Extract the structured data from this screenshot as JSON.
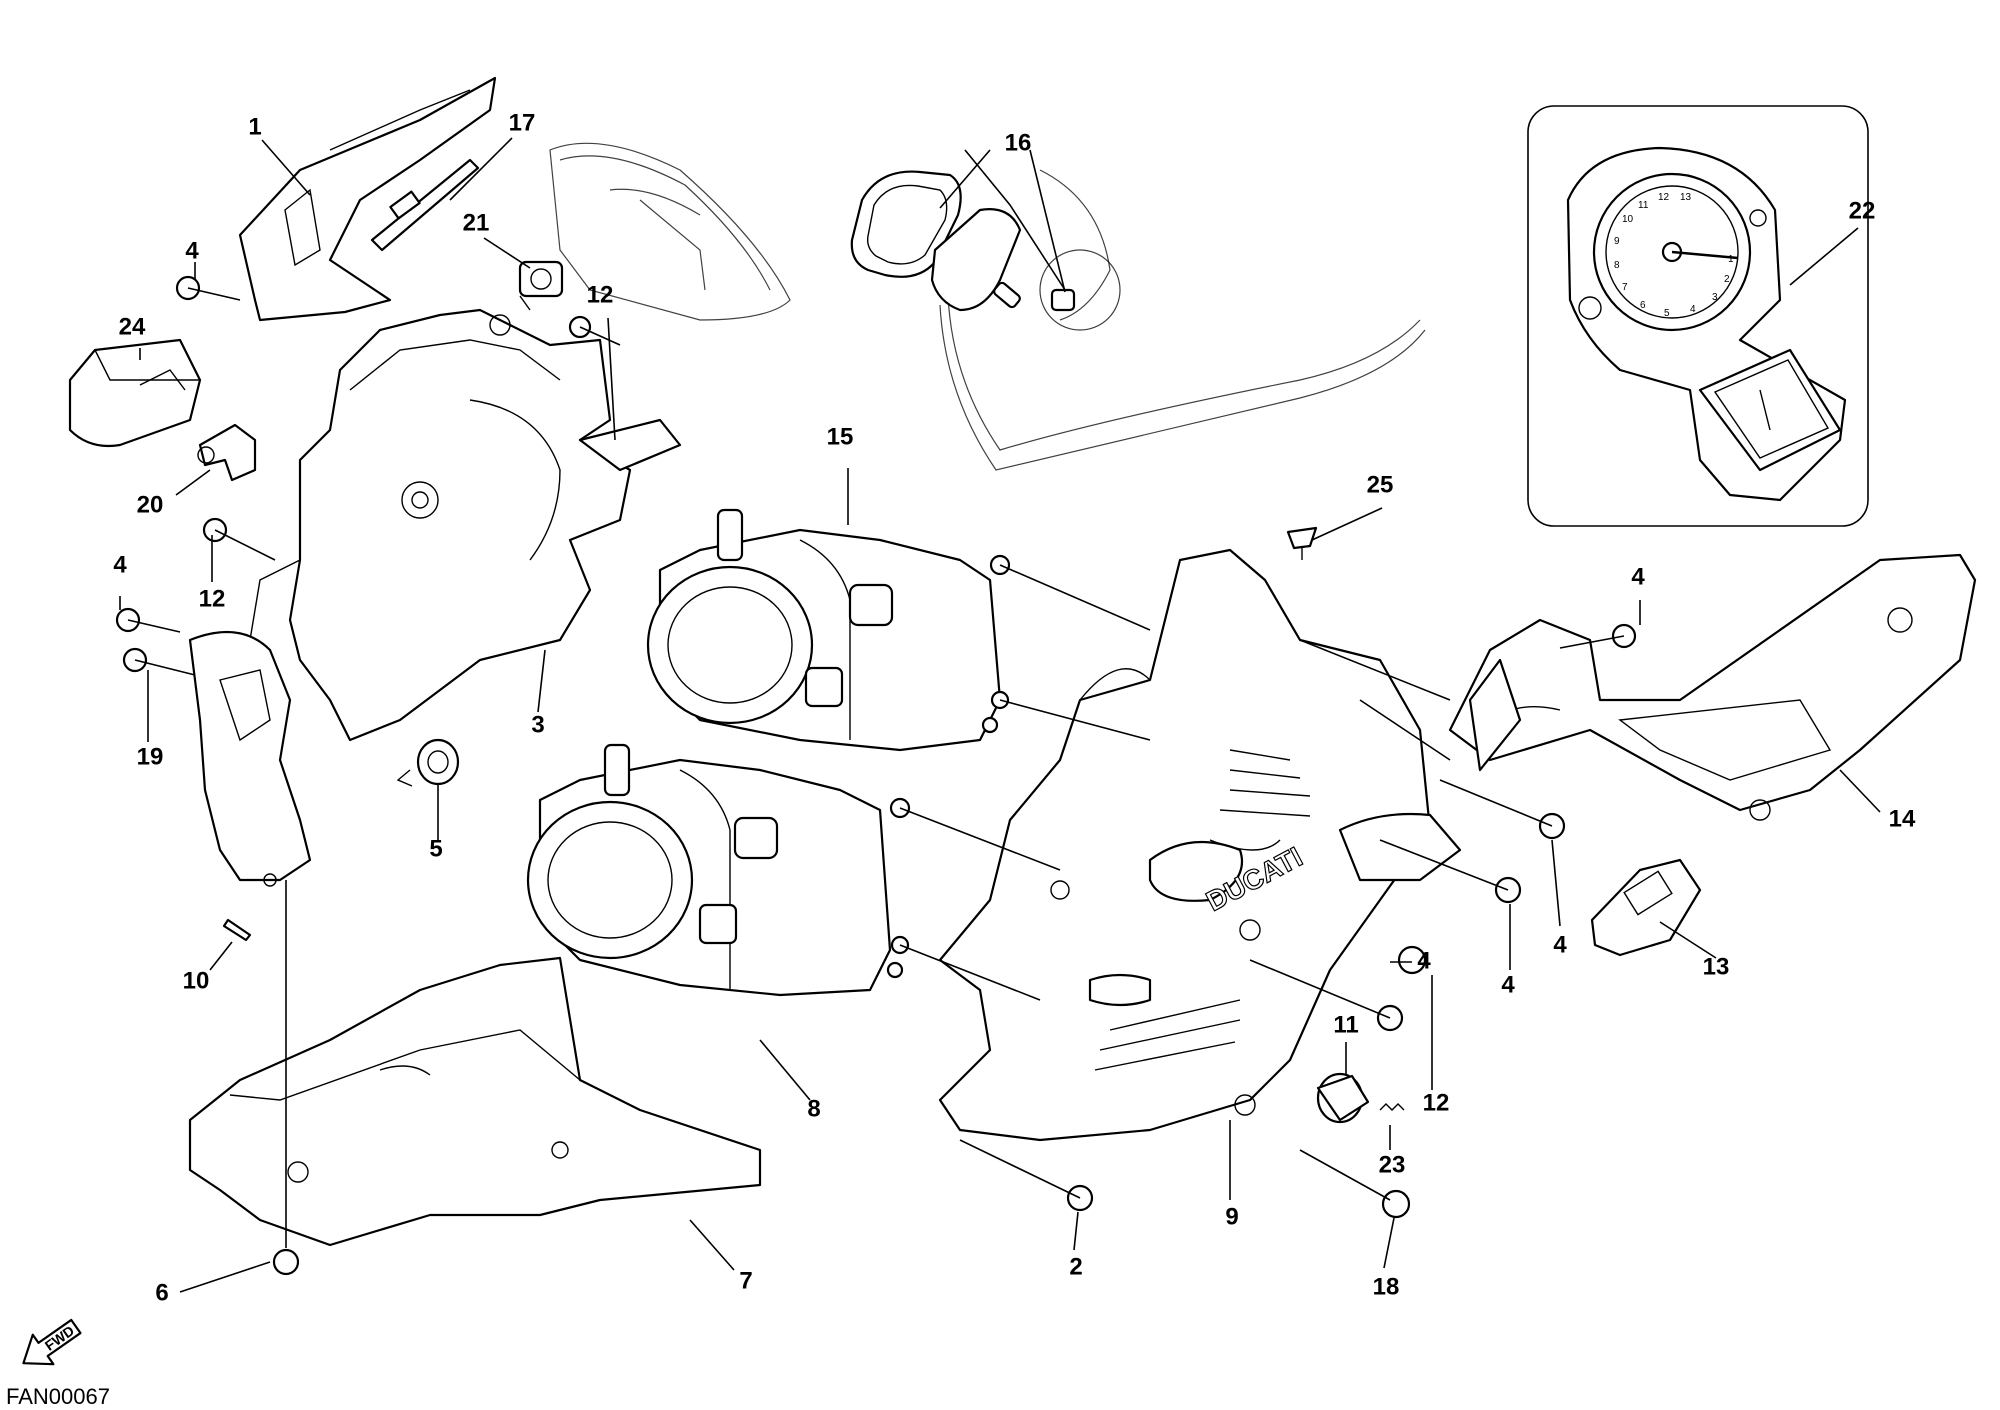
{
  "diagram": {
    "drawing_code": "FAN00067",
    "direction_label": "FWD",
    "brand_label": "DUCATI",
    "dial_numbers": [
      "12",
      "11",
      "13",
      "10",
      "9",
      "8",
      "7",
      "6",
      "5",
      "4",
      "3",
      "2",
      "1"
    ],
    "callouts": [
      {
        "id": "c1",
        "label": "1"
      },
      {
        "id": "c17",
        "label": "17"
      },
      {
        "id": "c21",
        "label": "21"
      },
      {
        "id": "c16",
        "label": "16"
      },
      {
        "id": "c22",
        "label": "22"
      },
      {
        "id": "c4a",
        "label": "4"
      },
      {
        "id": "c24",
        "label": "24"
      },
      {
        "id": "c12a",
        "label": "12"
      },
      {
        "id": "c20",
        "label": "20"
      },
      {
        "id": "c15",
        "label": "15"
      },
      {
        "id": "c25",
        "label": "25"
      },
      {
        "id": "c4b",
        "label": "4"
      },
      {
        "id": "c12b",
        "label": "12"
      },
      {
        "id": "c4c",
        "label": "4"
      },
      {
        "id": "c19",
        "label": "19"
      },
      {
        "id": "c3",
        "label": "3"
      },
      {
        "id": "c5",
        "label": "5"
      },
      {
        "id": "c14",
        "label": "14"
      },
      {
        "id": "c4d",
        "label": "4"
      },
      {
        "id": "c13",
        "label": "13"
      },
      {
        "id": "c10",
        "label": "10"
      },
      {
        "id": "c4e",
        "label": "4"
      },
      {
        "id": "c4f",
        "label": "4"
      },
      {
        "id": "c11",
        "label": "11"
      },
      {
        "id": "c12c",
        "label": "12"
      },
      {
        "id": "c8",
        "label": "8"
      },
      {
        "id": "c23",
        "label": "23"
      },
      {
        "id": "c9",
        "label": "9"
      },
      {
        "id": "c2",
        "label": "2"
      },
      {
        "id": "c18",
        "label": "18"
      },
      {
        "id": "c7",
        "label": "7"
      },
      {
        "id": "c6",
        "label": "6"
      }
    ]
  }
}
